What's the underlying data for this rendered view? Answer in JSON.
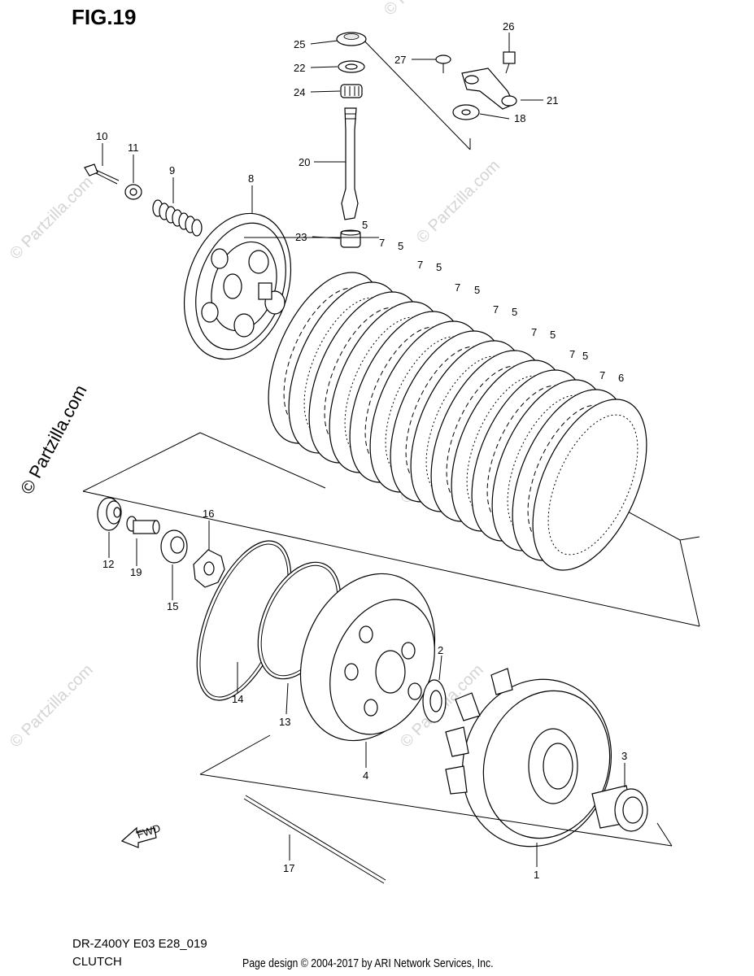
{
  "figure": {
    "title": "FIG.19",
    "model_code": "DR-Z400Y E03 E28_019",
    "section": "CLUTCH"
  },
  "footer": {
    "credit": "Page design © 2004-2017 by ARI Network Services, Inc."
  },
  "watermark": {
    "text": "© Partzilla.com"
  },
  "callouts": [
    "25",
    "22",
    "24",
    "20",
    "23",
    "26",
    "27",
    "21",
    "18",
    "10",
    "11",
    "9",
    "8",
    "5",
    "7",
    "5",
    "7",
    "5",
    "7",
    "5",
    "7",
    "5",
    "7",
    "5",
    "7",
    "5",
    "7",
    "6",
    "12",
    "19",
    "16",
    "15",
    "14",
    "13",
    "4",
    "2",
    "3",
    "1",
    "17"
  ],
  "arrow": {
    "label": "FWD"
  },
  "colors": {
    "line": "#000000",
    "watermark": "#d4d4d4",
    "background": "#ffffff"
  }
}
